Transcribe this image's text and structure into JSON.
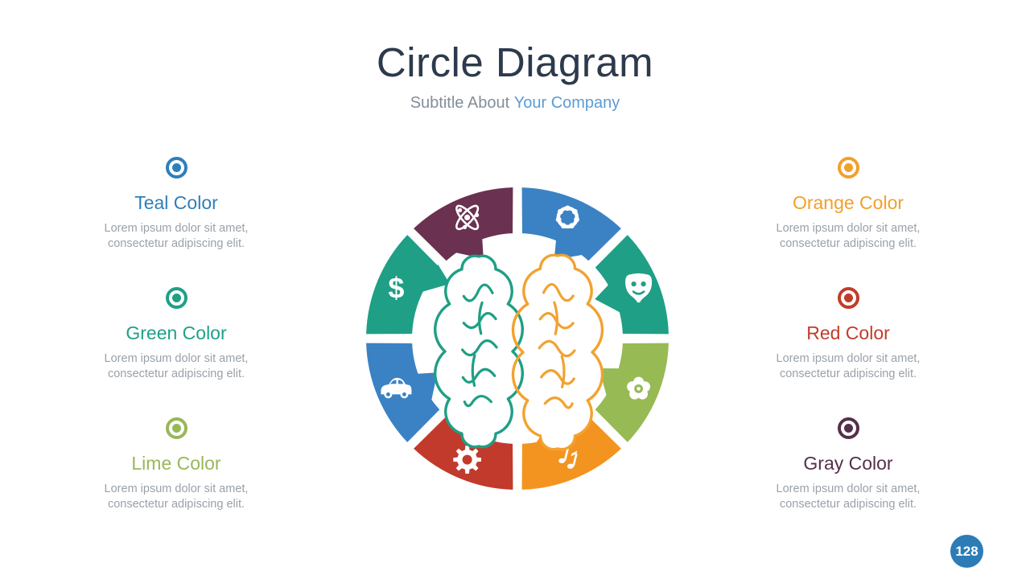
{
  "header": {
    "title": "Circle Diagram",
    "subtitle_prefix": "Subtitle About",
    "subtitle_accent": "Your Company",
    "title_color": "#2d3a4d",
    "accent_color": "#5b9bd5"
  },
  "items": [
    {
      "label": "Teal Color",
      "color": "#2e7fba",
      "description": "Lorem ipsum dolor sit amet, consectetur adipiscing elit."
    },
    {
      "label": "Green Color",
      "color": "#1fa088",
      "description": "Lorem ipsum dolor sit amet, consectetur adipiscing elit."
    },
    {
      "label": "Lime Color",
      "color": "#98b75a",
      "description": "Lorem ipsum dolor sit amet, consectetur adipiscing elit."
    },
    {
      "label": "Orange Color",
      "color": "#f2a02b",
      "description": "Lorem ipsum dolor sit amet, consectetur adipiscing elit."
    },
    {
      "label": "Red Color",
      "color": "#c23c2b",
      "description": "Lorem ipsum dolor sit amet, consectetur adipiscing elit."
    },
    {
      "label": "Gray Color",
      "color": "#55304a",
      "description": "Lorem ipsum dolor sit amet, consectetur adipiscing elit."
    }
  ],
  "diagram": {
    "brain": {
      "left_color": "#1f9f85",
      "right_color": "#f2a230"
    },
    "segments": [
      {
        "icon": "palette-icon",
        "color": "#3b82c4"
      },
      {
        "icon": "mask-icon",
        "color": "#1f9f85"
      },
      {
        "icon": "flower-icon",
        "color": "#97ba55"
      },
      {
        "icon": "music-icon",
        "color": "#f39420"
      },
      {
        "icon": "gear-icon",
        "color": "#c13a2b"
      },
      {
        "icon": "car-icon",
        "color": "#3b82c4"
      },
      {
        "icon": "dollar-icon",
        "color": "#1f9f85"
      },
      {
        "icon": "atom-icon",
        "color": "#6b3150"
      }
    ]
  },
  "page_badge": {
    "number": "128",
    "color": "#2c7cb5"
  }
}
